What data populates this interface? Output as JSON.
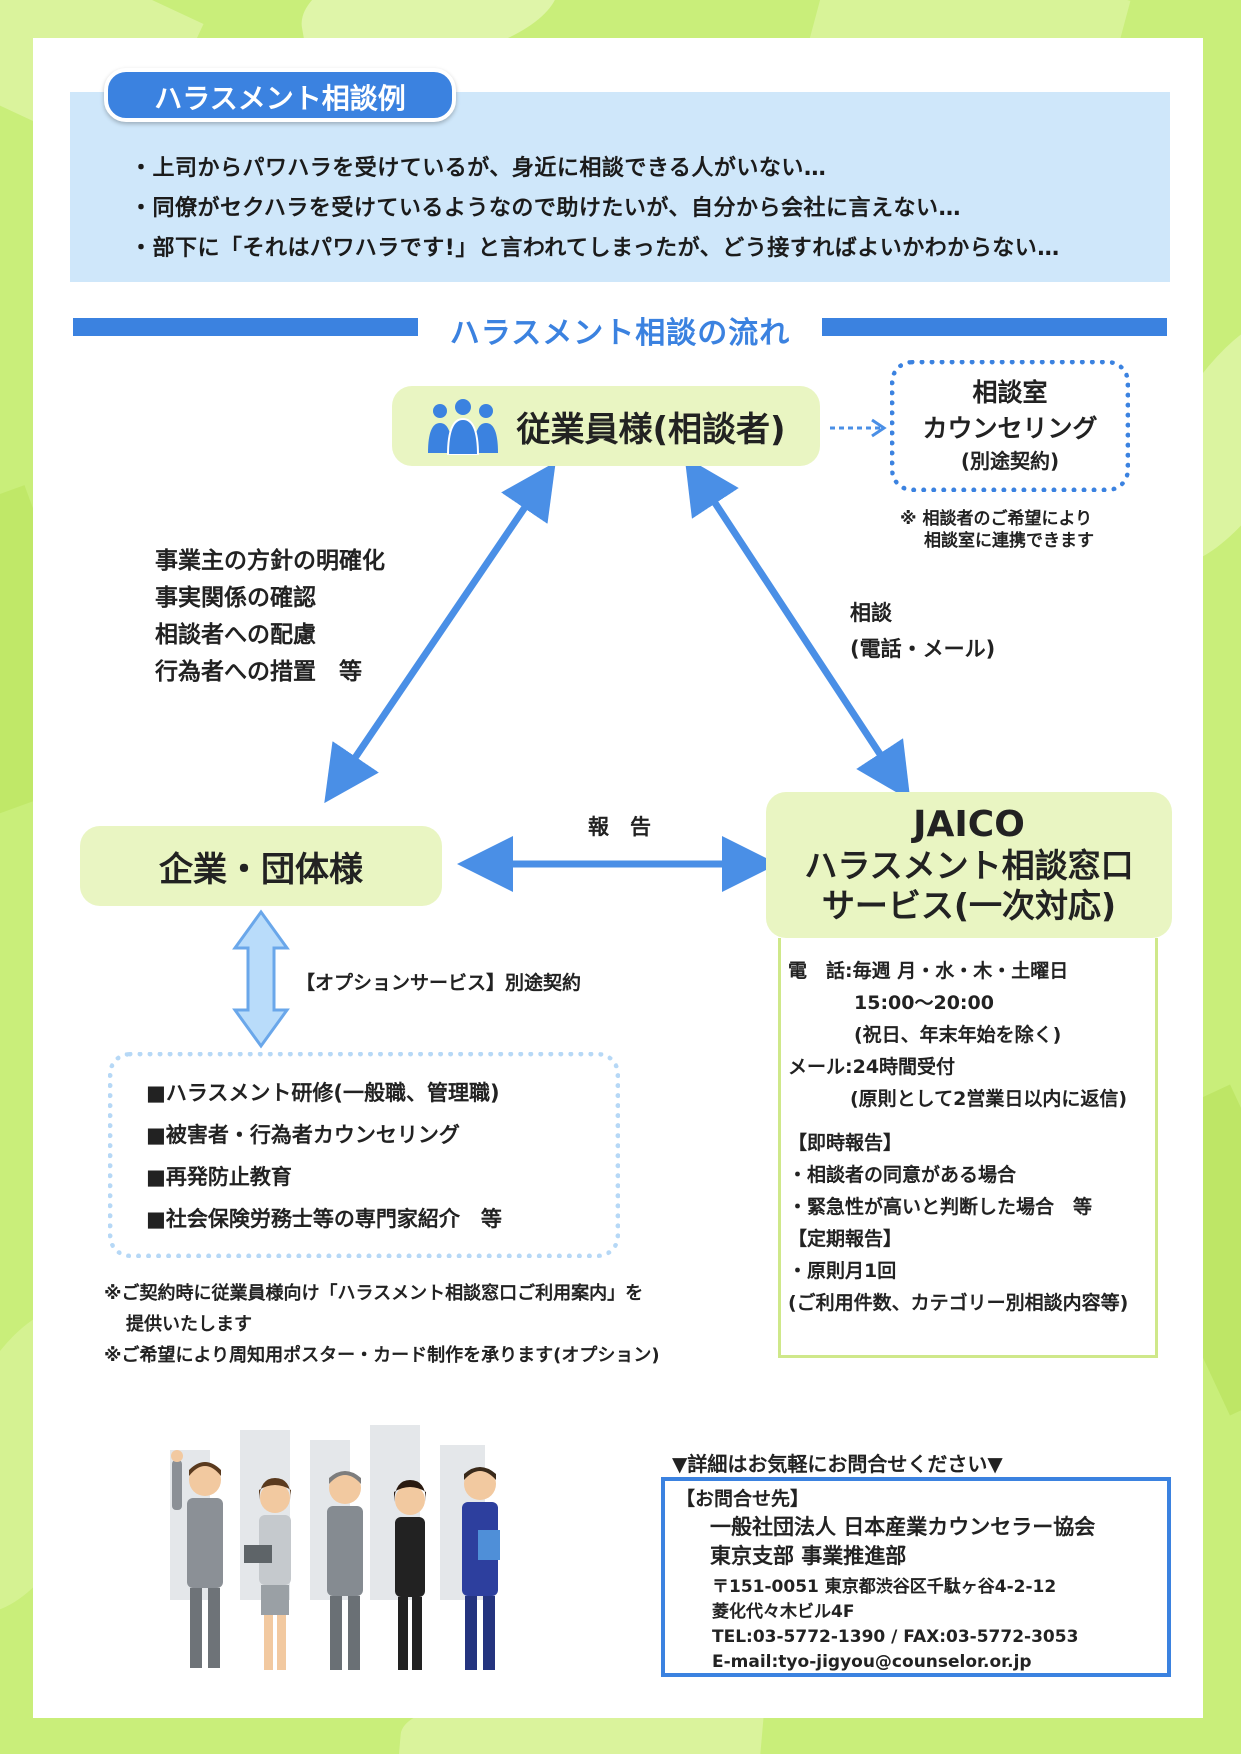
{
  "examples": {
    "tag": "ハラスメント相談例",
    "lines": [
      "・上司からパワハラを受けているが、身近に相談できる人がいない…",
      "・同僚がセクハラを受けているようなので助けたいが、自分から会社に言えない…",
      "・部下に「それはパワハラです!」と言われてしまったが、どう接すればよいかわからない…"
    ]
  },
  "flow": {
    "title": "ハラスメント相談の流れ",
    "employee": "従業員様(相談者)",
    "counseling": [
      "相談室",
      "カウンセリング",
      "(別途契約)"
    ],
    "counseling_note": [
      "※ 相談者のご希望により",
      "相談室に連携できます"
    ],
    "employer_duties": [
      "事業主の方針の明確化",
      "事実関係の確認",
      "相談者への配慮",
      "行為者への措置　等"
    ],
    "consult_label": [
      "相談",
      "(電話・メール)"
    ],
    "company": "企業・団体様",
    "report_label": "報　告",
    "jaico": [
      "JAICO",
      "ハラスメント相談窓口",
      "サービス(一次対応)"
    ],
    "option_label": "【オプションサービス】別途契約",
    "options": [
      "■ハラスメント研修(一般職、管理職)",
      "■被害者・行為者カウンセリング",
      "■再発防止教育",
      "■社会保険労務士等の専門家紹介　等"
    ],
    "notes": [
      "※ご契約時に従業員様向け「ハラスメント相談窓口ご利用案内」を",
      "提供いたします",
      "※ご希望により周知用ポスター・カード制作を承ります(オプション)"
    ]
  },
  "service": {
    "phone_head": "電　話:毎週 月・水・木・土曜日",
    "phone_time": "15:00〜20:00",
    "phone_note": "(祝日、年末年始を除く)",
    "mail_head": "メール:24時間受付",
    "mail_note": "(原則として2営業日以内に返信)",
    "immediate_title": "【即時報告】",
    "immediate": [
      "・相談者の同意がある場合",
      "・緊急性が高いと判断した場合　等"
    ],
    "regular_title": "【定期報告】",
    "regular": [
      "・原則月1回",
      "(ご利用件数、カテゴリー別相談内容等)"
    ]
  },
  "contact": {
    "lead": "▼詳細はお気軽にお問合せください▼",
    "title": "【お問合せ先】",
    "org": "一般社団法人 日本産業カウンセラー協会",
    "dept": "東京支部 事業推進部",
    "address1": "〒151-0051 東京都渋谷区千駄ヶ谷4-2-12",
    "address2": "菱化代々木ビル4F",
    "tel": "TEL:03-5772-1390 / FAX:03-5772-3053",
    "email": "E-mail:tyo-jigyou@counselor.or.jp"
  },
  "colors": {
    "blue": "#3b82e0",
    "light_blue": "#cfe7fa",
    "pale_green": "#e9f5c2",
    "arrow_blue": "#4a8fe6"
  }
}
